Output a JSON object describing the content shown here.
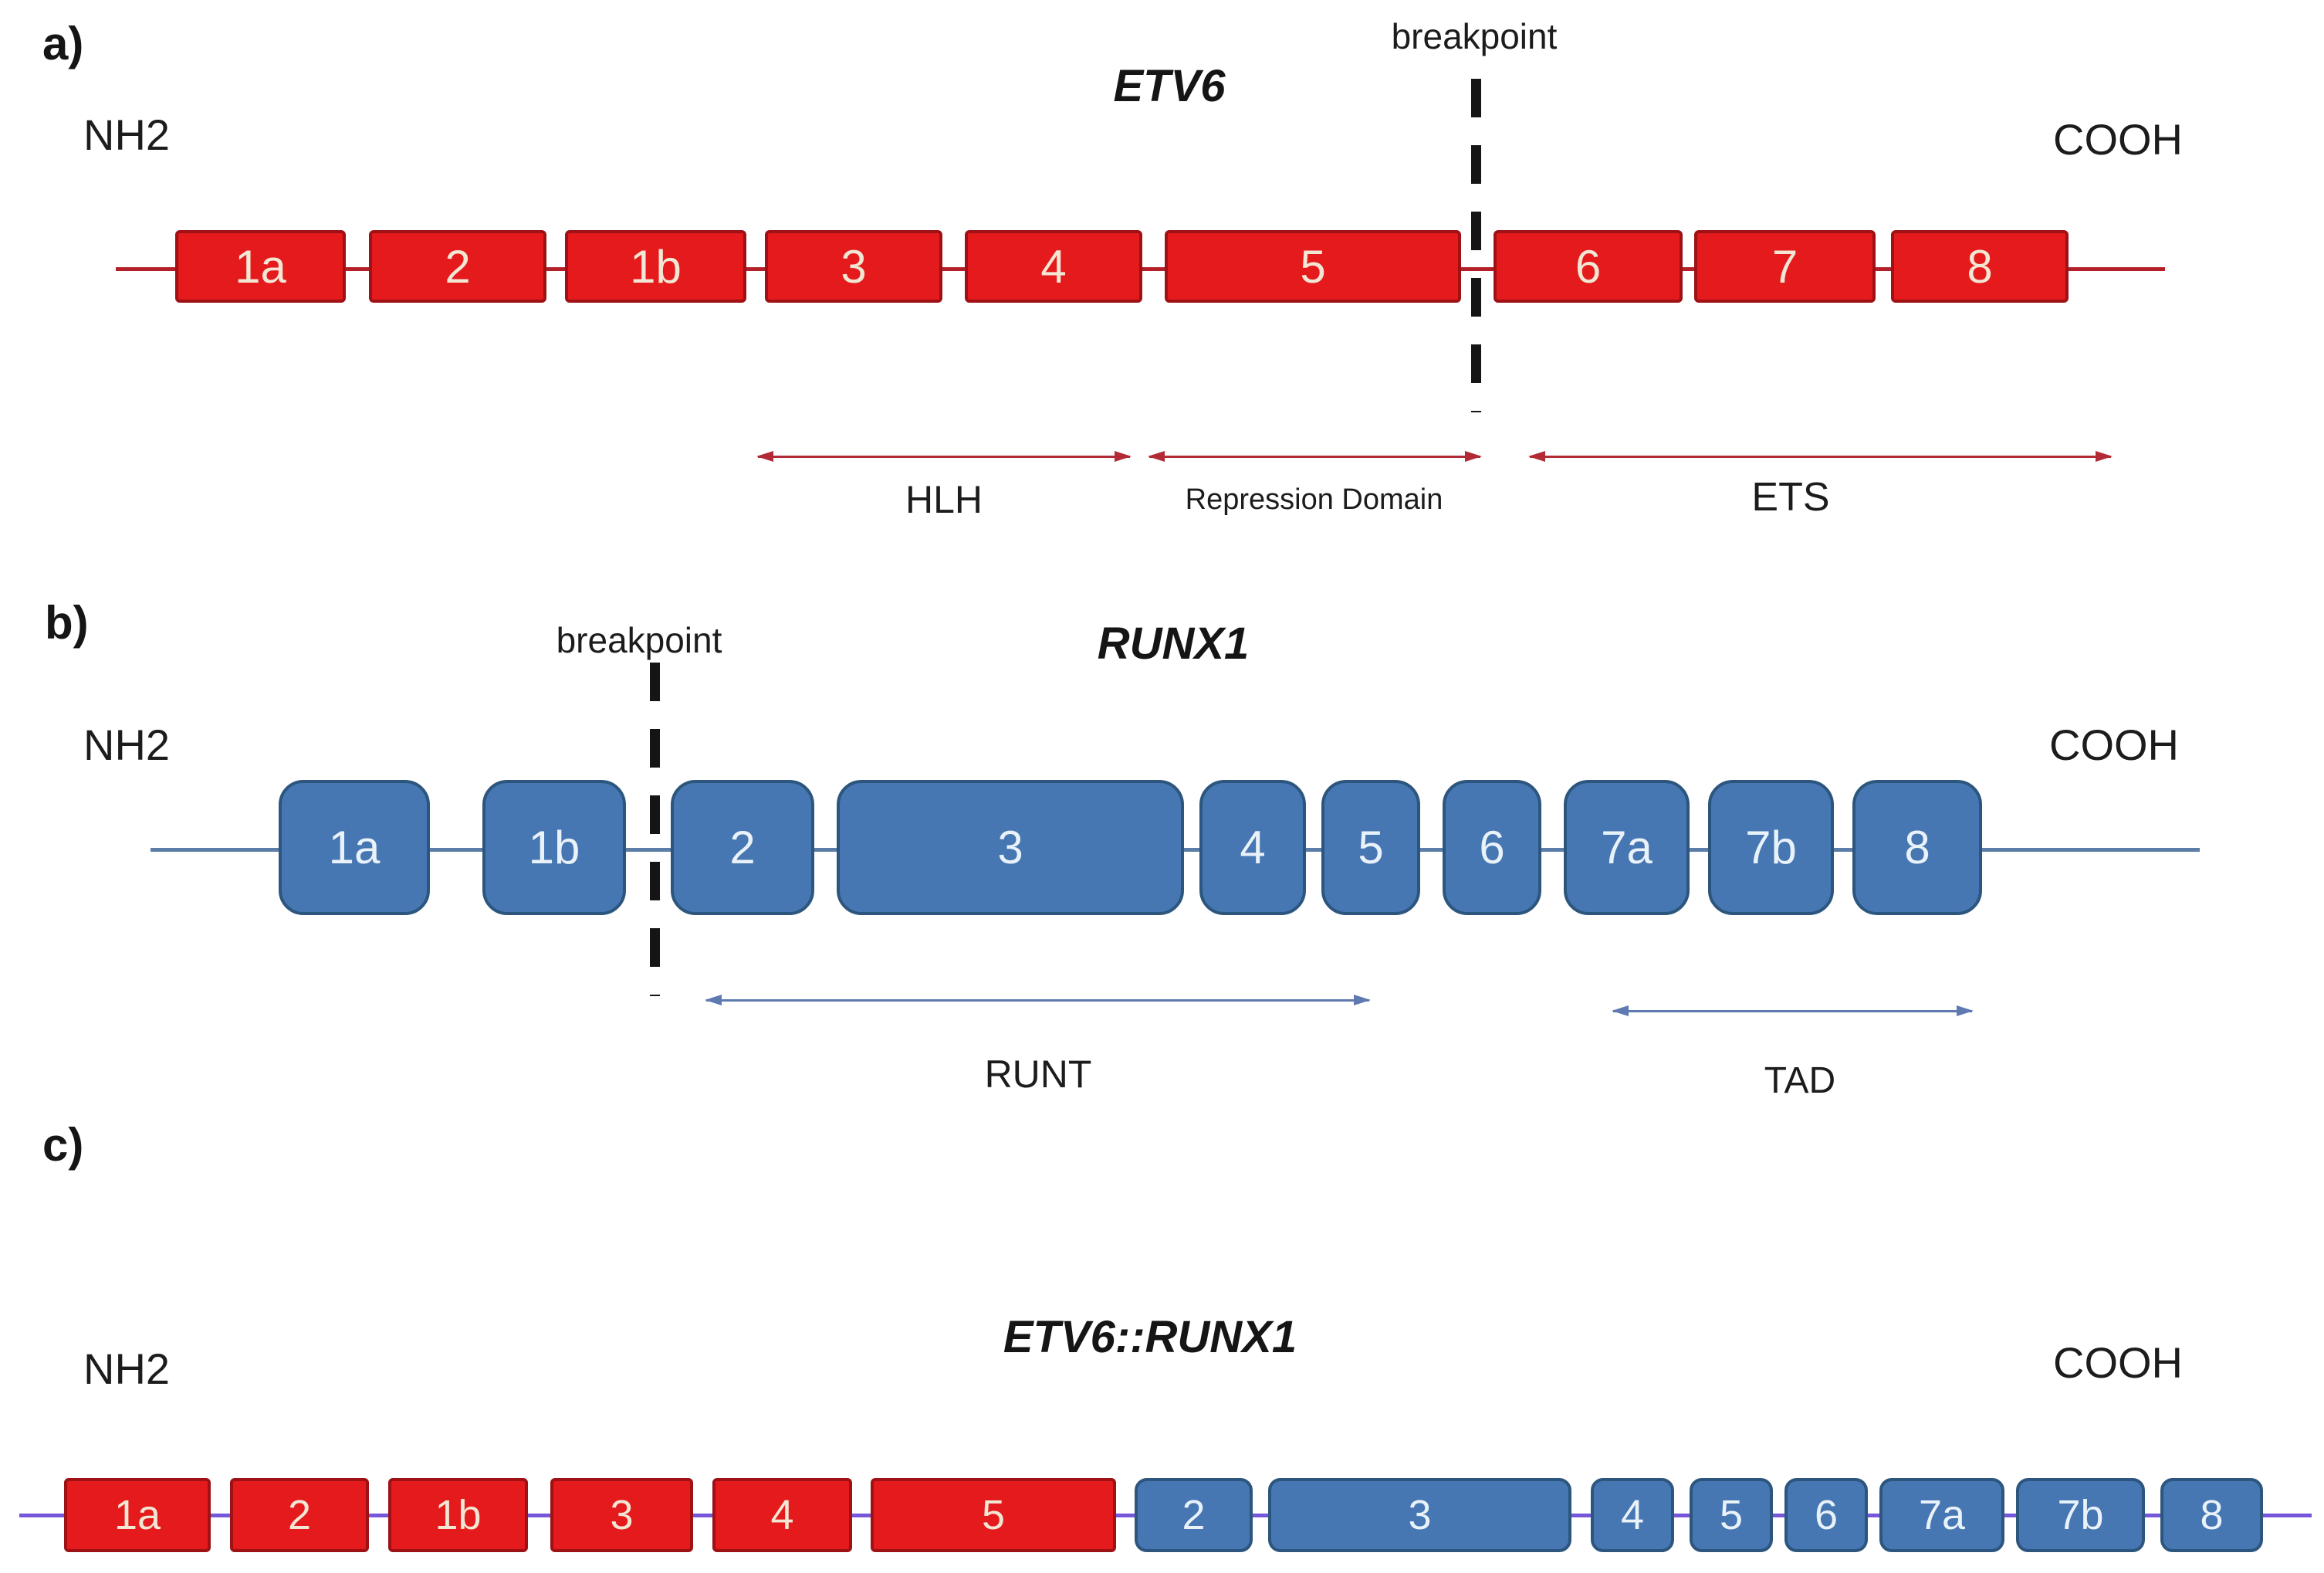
{
  "panel_a": {
    "panel_label": "a)",
    "gene_title": "ETV6",
    "breakpoint_label": "breakpoint",
    "nh2_label": "NH2",
    "cooh_label": "COOH",
    "exons": [
      "1a",
      "2",
      "1b",
      "3",
      "4",
      "5",
      "6",
      "7",
      "8"
    ],
    "breakpoint_position": "between exon 5 and exon 6",
    "domains": {
      "hlh": "HLH",
      "repression": "Repression Domain",
      "ets": "ETS"
    },
    "colors": {
      "exon_fill": "#e51a1c",
      "exon_border": "#9e1216",
      "backbone_line": "#b3202a",
      "domain_arrow": "#b12a35",
      "breakpoint_dash": "#151515"
    }
  },
  "panel_b": {
    "panel_label": "b)",
    "gene_title": "RUNX1",
    "breakpoint_label": "breakpoint",
    "nh2_label": "NH2",
    "cooh_label": "COOH",
    "exons": [
      "1a",
      "1b",
      "2",
      "3",
      "4",
      "5",
      "6",
      "7a",
      "7b",
      "8"
    ],
    "breakpoint_position": "between exon 1b and exon 2",
    "domains": {
      "runt": "RUNT",
      "tad": "TAD"
    },
    "colors": {
      "exon_fill": "#4677b2",
      "exon_border": "#2d567e",
      "backbone_line": "#5b7da8",
      "domain_arrow": "#5f7ab0",
      "breakpoint_dash": "#151515"
    }
  },
  "panel_c": {
    "panel_label": "c)",
    "gene_title": "ETV6::RUNX1",
    "nh2_label": "NH2",
    "cooh_label": "COOH",
    "etv6_exons": [
      "1a",
      "2",
      "1b",
      "3",
      "4",
      "5"
    ],
    "runx1_exons": [
      "2",
      "3",
      "4",
      "5",
      "6",
      "7a",
      "7b",
      "8"
    ],
    "colors": {
      "etv6_exon_fill": "#e51a1c",
      "runx1_exon_fill": "#4677b2",
      "backbone_line": "#7657d9"
    }
  }
}
